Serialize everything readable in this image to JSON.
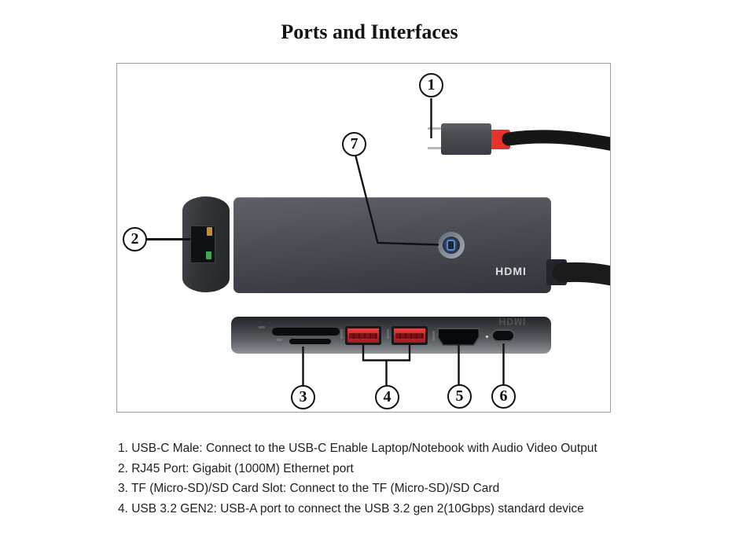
{
  "page": {
    "title": "Ports and Interfaces"
  },
  "diagram": {
    "callouts": [
      {
        "label": "1"
      },
      {
        "label": "2"
      },
      {
        "label": "3"
      },
      {
        "label": "4"
      },
      {
        "label": "5"
      },
      {
        "label": "6"
      },
      {
        "label": "7"
      }
    ],
    "device": {
      "hdmi_logo": "HDMI",
      "hdmi_logo_reflection": "HDMI"
    },
    "colors": {
      "cable_red_accent": "#e5332b",
      "usb_port_red": "#c1232c",
      "rj45_led_orange": "#cd8a2e",
      "rj45_led_green": "#43a45c",
      "power_button_blue": "#5488dc",
      "device_body_gray": "#43474d"
    }
  },
  "descriptions": [
    "1. USB-C Male: Connect to the USB-C Enable Laptop/Notebook with Audio Video Output",
    "2. RJ45 Port: Gigabit (1000M) Ethernet port",
    "3. TF (Micro-SD)/SD Card Slot: Connect to the TF (Micro-SD)/SD Card",
    "4. USB 3.2 GEN2: USB-A port to connect the USB 3.2 gen 2(10Gbps) standard device"
  ]
}
